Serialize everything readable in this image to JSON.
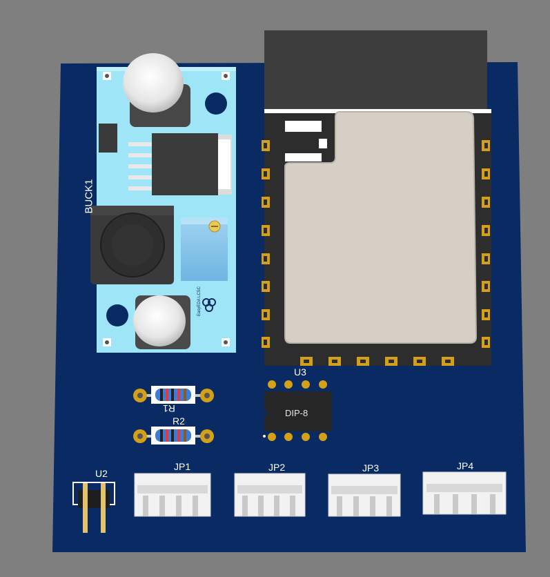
{
  "board": {
    "buck_label": "BUCK1",
    "buck_logo": "EasyEDA LCSC",
    "ic_label": "U3",
    "ic_package": "DIP-8",
    "r1_label": "R1",
    "r2_label": "R2",
    "header_label": "U2",
    "connectors": [
      {
        "label": "JP1"
      },
      {
        "label": "JP2"
      },
      {
        "label": "JP3"
      },
      {
        "label": "JP4"
      }
    ]
  },
  "colors": {
    "pcb": "#0a2a63",
    "buck_module": "#9ee6f7",
    "esp_shield": "#d5cfc6",
    "esp_antenna": "#3d3d3d",
    "pad_gold": "#d4a017",
    "background": "#7f7f7f"
  }
}
